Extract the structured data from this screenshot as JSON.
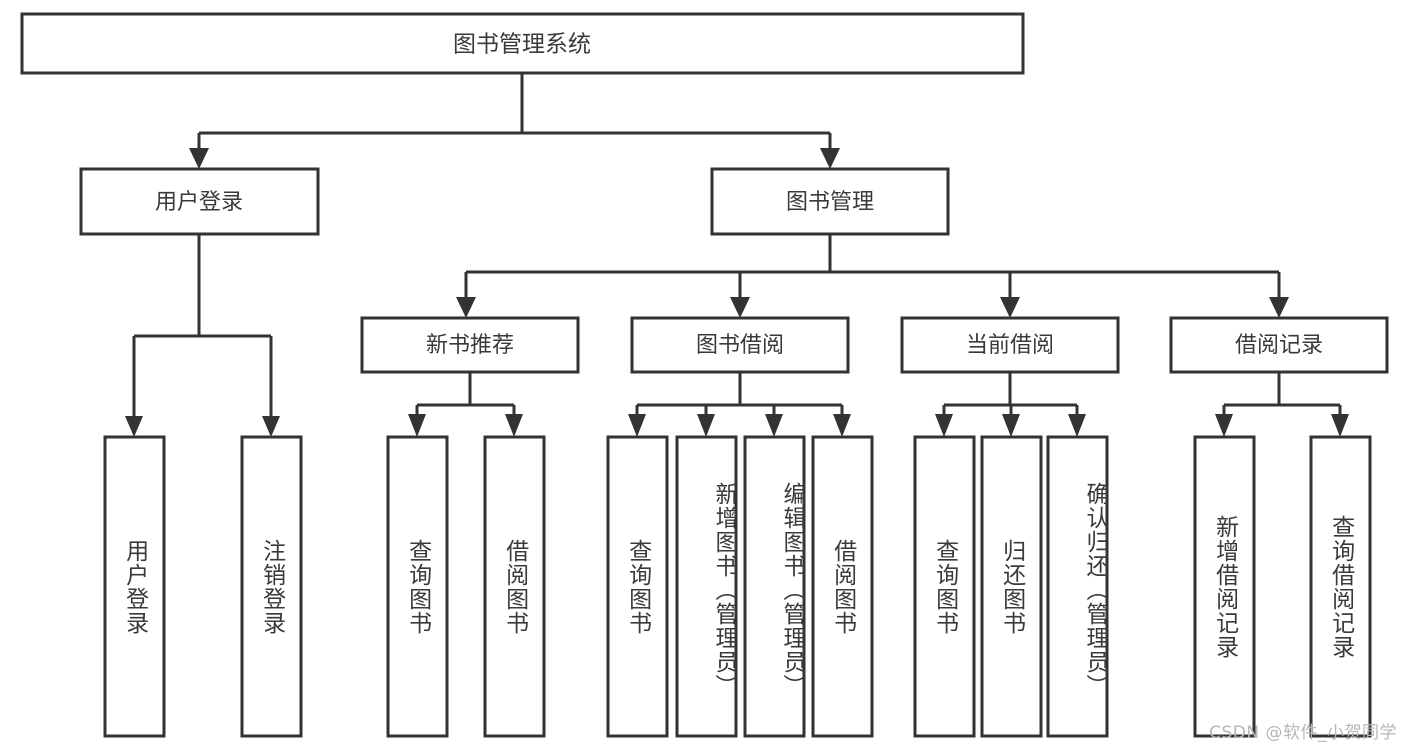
{
  "diagram": {
    "type": "tree-hierarchy-chart",
    "title": "图书管理系统",
    "watermark": "CSDN @软件_小贺同学",
    "colors": {
      "box_stroke": "#333333",
      "box_fill": "#ffffff",
      "text": "#3a3a3a",
      "background": "#ffffff",
      "watermark": "#b7b7b7"
    },
    "root": {
      "label": "图书管理系统"
    },
    "level1": [
      {
        "label": "用户登录"
      },
      {
        "label": "图书管理"
      }
    ],
    "level2": [
      {
        "label": "新书推荐",
        "parent": "图书管理"
      },
      {
        "label": "图书借阅",
        "parent": "图书管理"
      },
      {
        "label": "当前借阅",
        "parent": "图书管理"
      },
      {
        "label": "借阅记录",
        "parent": "图书管理"
      }
    ],
    "leaves": [
      {
        "label": "用户登录",
        "parent": "用户登录"
      },
      {
        "label": "注销登录",
        "parent": "用户登录"
      },
      {
        "label": "查询图书",
        "parent": "新书推荐"
      },
      {
        "label": "借阅图书",
        "parent": "新书推荐"
      },
      {
        "label": "查询图书",
        "parent": "图书借阅"
      },
      {
        "label": "新增图书（管理员）",
        "parent": "图书借阅"
      },
      {
        "label": "编辑图书（管理员）",
        "parent": "图书借阅"
      },
      {
        "label": "借阅图书",
        "parent": "图书借阅"
      },
      {
        "label": "查询图书",
        "parent": "当前借阅"
      },
      {
        "label": "归还图书",
        "parent": "当前借阅"
      },
      {
        "label": "确认归还（管理员）",
        "parent": "当前借阅"
      },
      {
        "label": "新增借阅记录",
        "parent": "借阅记录"
      },
      {
        "label": "查询借阅记录",
        "parent": "借阅记录"
      }
    ]
  }
}
